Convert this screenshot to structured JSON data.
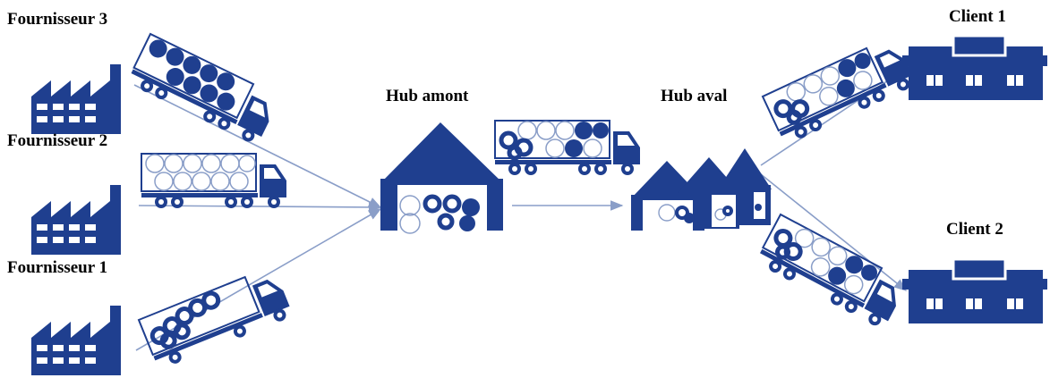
{
  "labels": {
    "supplier3": "Fournisseur 3",
    "supplier2": "Fournisseur 2",
    "supplier1": "Fournisseur 1",
    "hub_upstream": "Hub amont",
    "hub_downstream": "Hub aval",
    "client1": "Client 1",
    "client2": "Client 2"
  },
  "colors": {
    "primary": "#1f3f8f",
    "arrow": "#8a9ec8",
    "white": "#ffffff"
  }
}
